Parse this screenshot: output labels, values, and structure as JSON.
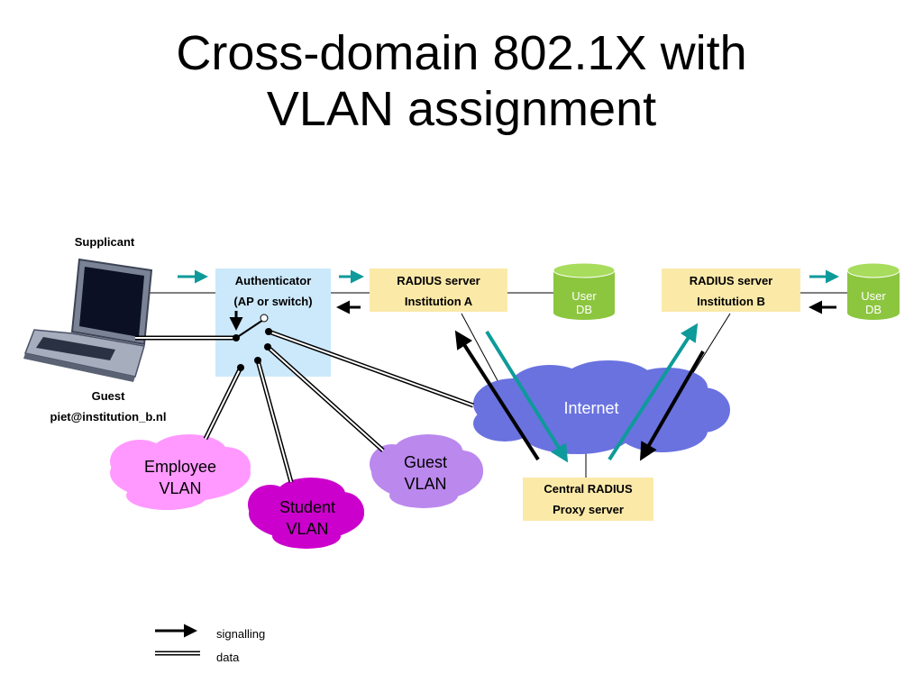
{
  "title": {
    "line1": "Cross-domain 802.1X with",
    "line2": "VLAN assignment"
  },
  "supplicant": {
    "label": "Supplicant",
    "user_line1": "Guest",
    "user_line2": "piet@institution_b.nl"
  },
  "authenticator": {
    "line1": "Authenticator",
    "line2": "(AP or switch)"
  },
  "radius_a": {
    "line1": "RADIUS server",
    "line2": "Institution A"
  },
  "radius_b": {
    "line1": "RADIUS server",
    "line2": "Institution B"
  },
  "central": {
    "line1": "Central RADIUS",
    "line2": "Proxy server"
  },
  "db_a": {
    "line1": "User",
    "line2": "DB"
  },
  "db_b": {
    "line1": "User",
    "line2": "DB"
  },
  "internet": {
    "label": "Internet"
  },
  "vlans": {
    "employee": {
      "line1": "Employee",
      "line2": "VLAN"
    },
    "student": {
      "line1": "Student",
      "line2": "VLAN"
    },
    "guest": {
      "line1": "Guest",
      "line2": "VLAN"
    }
  },
  "legend": {
    "signalling": "signalling",
    "data": "data"
  },
  "colors": {
    "auth_bg": "#cce8fb",
    "server_bg": "#fbe9a8",
    "db_green": "#8cc63f",
    "internet_blue": "#6a72e0",
    "employee_pink": "#ff99ff",
    "student_magenta": "#cc00cc",
    "guest_lilac": "#bb88ee",
    "teal": "#0e9a9a"
  }
}
